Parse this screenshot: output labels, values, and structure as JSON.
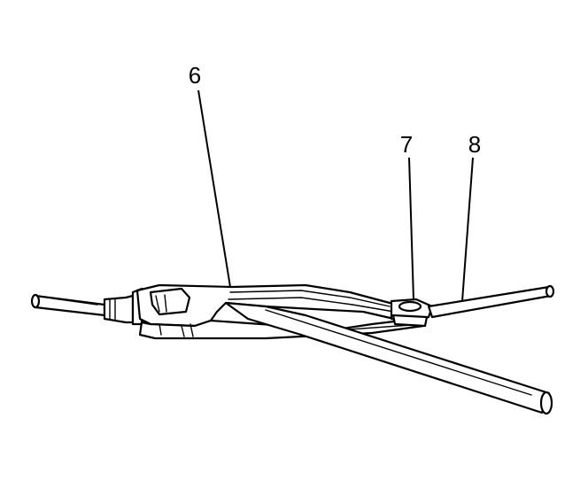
{
  "callouts": [
    {
      "id": "6",
      "label": "6"
    },
    {
      "id": "7",
      "label": "7"
    },
    {
      "id": "8",
      "label": "8"
    }
  ],
  "colors": {
    "line": "#000000",
    "background": "#ffffff"
  }
}
